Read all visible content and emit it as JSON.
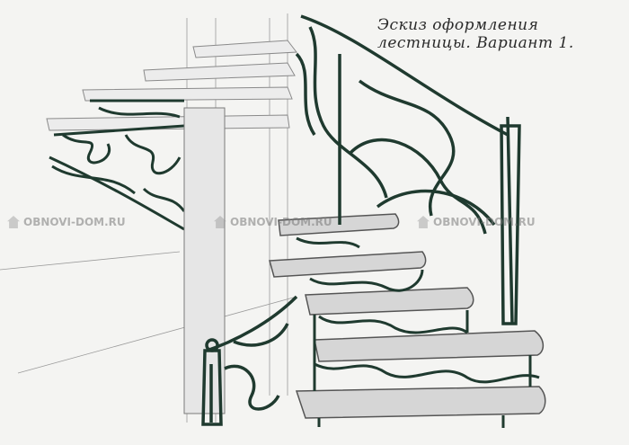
{
  "caption": {
    "line1": "Эскиз оформления",
    "line2": "лестницы. Вариант 1."
  },
  "watermark": {
    "text": "OBNOVI-DOM.RU"
  },
  "colors": {
    "paper": "#f4f4f2",
    "ironwork": "#1f3a2f",
    "pencil": "#8a8a8a",
    "tread_shade": "#cfcfcf"
  }
}
